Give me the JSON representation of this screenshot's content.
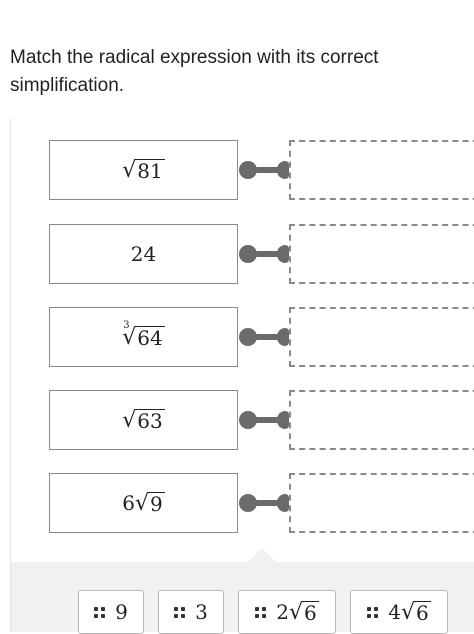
{
  "question": {
    "text": "Match the radical expression with its correct simplification."
  },
  "prompts": [
    {
      "kind": "sqrt",
      "radicand": "81",
      "coef": "",
      "index": ""
    },
    {
      "kind": "plain",
      "text": "24"
    },
    {
      "kind": "root",
      "radicand": "64",
      "coef": "",
      "index": "3"
    },
    {
      "kind": "sqrt",
      "radicand": "63",
      "coef": "",
      "index": ""
    },
    {
      "kind": "sqrt",
      "radicand": "9",
      "coef": "6",
      "index": ""
    }
  ],
  "answers": [
    {
      "coef": "9",
      "radicand": ""
    },
    {
      "coef": "3",
      "radicand": ""
    },
    {
      "coef": "2",
      "radicand": "6"
    },
    {
      "coef": "4",
      "radicand": "6"
    }
  ],
  "icons": {
    "connector": "connector-handle-icon",
    "grip": "drag-grip-icon"
  },
  "colors": {
    "connector": "#6a6a6a",
    "tray": "#f1f1f1",
    "border": "#8a8a8a"
  }
}
